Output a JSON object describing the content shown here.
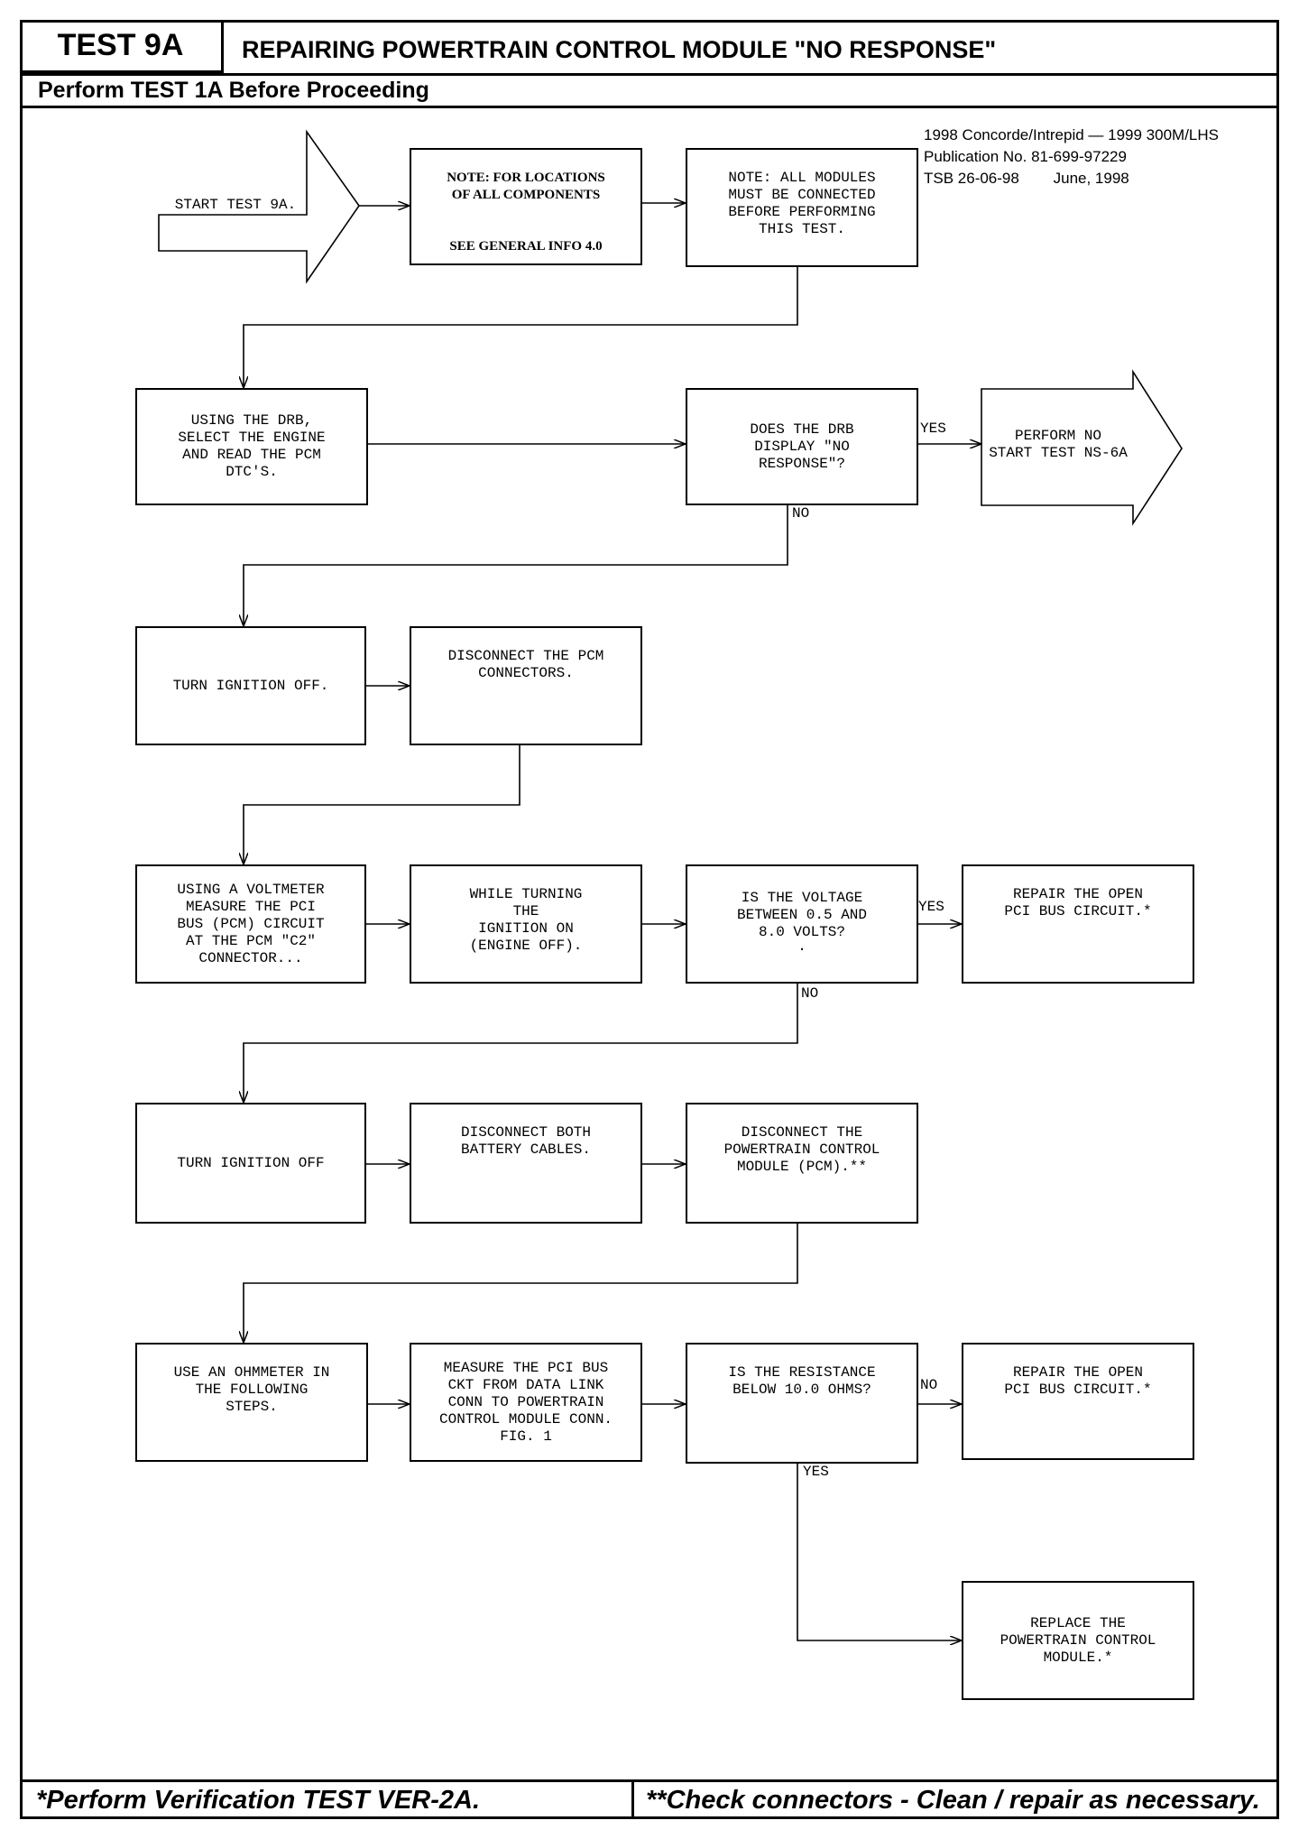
{
  "header": {
    "test_id": "TEST 9A",
    "title": "REPAIRING POWERTRAIN CONTROL MODULE \"NO RESPONSE\"",
    "prerequisite": "Perform TEST 1A Before Proceeding"
  },
  "publication": {
    "line1": "1998 Concorde/Intrepid — 1999 300M/LHS",
    "line2": "Publication No. 81-699-97229",
    "line3": "TSB 26-06-98        June, 1998"
  },
  "steps": {
    "start": "START TEST 9A.",
    "note_locations": "NOTE: FOR LOCATIONS\nOF ALL COMPONENTS\n\n\nSEE GENERAL INFO 4.0",
    "note_modules": "NOTE: ALL MODULES\nMUST BE CONNECTED\nBEFORE PERFORMING\nTHIS TEST.",
    "using_drb": "USING THE DRB,\nSELECT THE ENGINE\nAND READ THE PCM\nDTC'S.",
    "does_drb": "DOES THE DRB\nDISPLAY \"NO\nRESPONSE\"?",
    "perform_ns": "PERFORM NO\nSTART TEST NS-6A",
    "turn_off_1": "TURN IGNITION OFF.",
    "disconnect_pcm": "DISCONNECT THE PCM\nCONNECTORS.",
    "voltmeter": "USING A VOLTMETER\nMEASURE THE PCI\nBUS (PCM) CIRCUIT\nAT THE PCM \"C2\"\nCONNECTOR...",
    "while_turning": "WHILE TURNING\nTHE\nIGNITION ON\n(ENGINE OFF).",
    "is_voltage": "IS THE VOLTAGE\nBETWEEN 0.5 AND\n8.0 VOLTS?\n·",
    "repair_open_1": "REPAIR THE OPEN\nPCI BUS CIRCUIT.*",
    "turn_off_2": "TURN IGNITION OFF",
    "disconnect_battery": "DISCONNECT BOTH\nBATTERY CABLES.",
    "disconnect_module": "DISCONNECT THE\nPOWERTRAIN CONTROL\nMODULE (PCM).**",
    "use_ohmmeter": "USE AN OHMMETER IN\nTHE FOLLOWING\nSTEPS.",
    "measure_pci": "MEASURE THE PCI BUS\nCKT FROM DATA LINK\nCONN TO POWERTRAIN\nCONTROL MODULE CONN.\nFIG. 1",
    "is_resistance": "IS THE RESISTANCE\nBELOW 10.0 OHMS?",
    "repair_open_2": "REPAIR THE OPEN\nPCI BUS CIRCUIT.*",
    "replace_module": "REPLACE THE\nPOWERTRAIN CONTROL\nMODULE.*"
  },
  "branch_labels": {
    "yes_1": "YES",
    "no_1": "NO",
    "yes_2": "YES",
    "no_2": "NO",
    "no_3": "NO",
    "yes_3": "YES"
  },
  "footer": {
    "left": "*Perform Verification TEST VER-2A.",
    "right": "**Check connectors - Clean / repair as necessary."
  }
}
